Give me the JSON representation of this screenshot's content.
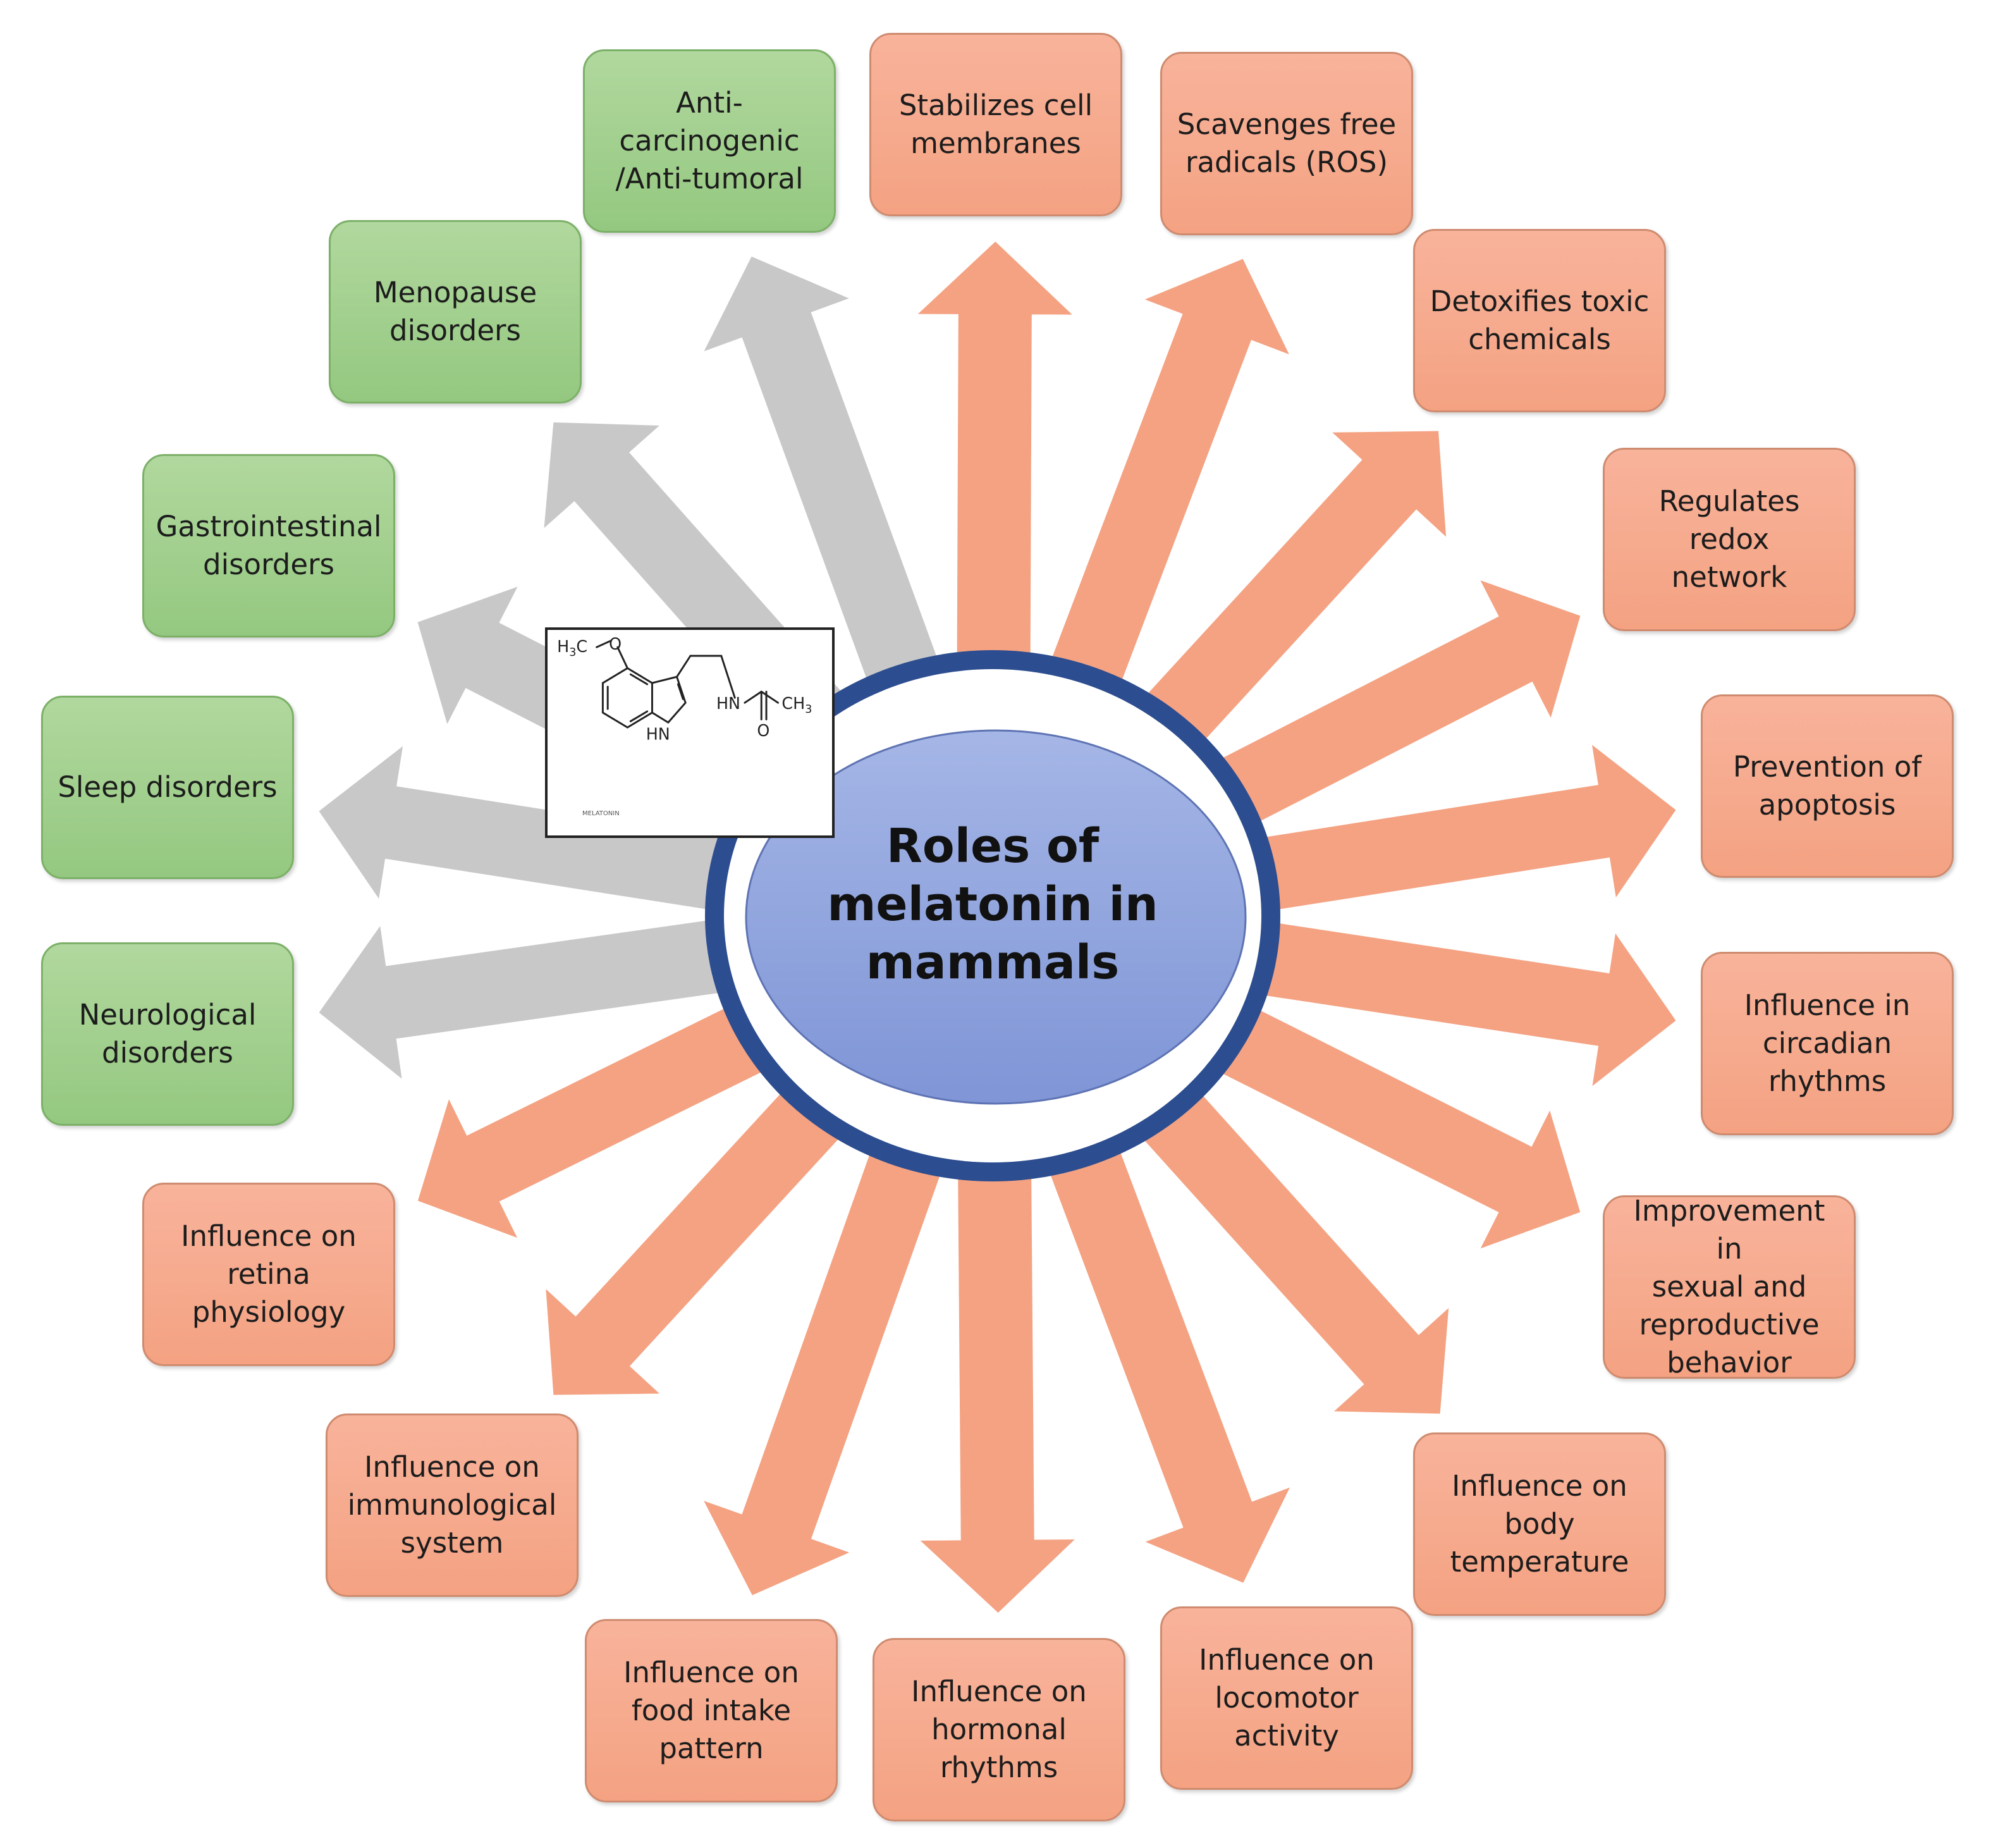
{
  "diagram": {
    "center_label": "Roles of\nmelatonin in\nmammals",
    "colors": {
      "benefit_box": "#f6a98c",
      "benefit_arrow": "#f4a282",
      "disease_box": "#a3d18f",
      "disease_arrow": "#c8c8c8",
      "center_ellipse": "#8ea3dd",
      "center_ring": "#2c4d8f"
    },
    "nodes": [
      {
        "id": "stabilizes-cell-membranes",
        "label": "Stabilizes cell\nmembranes",
        "type": "benefit"
      },
      {
        "id": "scavenges-free-radicals",
        "label": "Scavenges free\nradicals (ROS)",
        "type": "benefit"
      },
      {
        "id": "detoxifies-toxic-chemicals",
        "label": "Detoxifies toxic\nchemicals",
        "type": "benefit"
      },
      {
        "id": "regulates-redox-network",
        "label": "Regulates redox\nnetwork",
        "type": "benefit"
      },
      {
        "id": "prevention-of-apoptosis",
        "label": "Prevention of\napoptosis",
        "type": "benefit"
      },
      {
        "id": "influence-circadian-rhythms",
        "label": "Influence in\ncircadian\nrhythms",
        "type": "benefit"
      },
      {
        "id": "improvement-sexual-reproductive",
        "label": "Improvement in\nsexual and\nreproductive\nbehavior",
        "type": "benefit"
      },
      {
        "id": "influence-body-temperature",
        "label": "Influence on\nbody\ntemperature",
        "type": "benefit"
      },
      {
        "id": "influence-locomotor-activity",
        "label": "Influence on\nlocomotor\nactivity",
        "type": "benefit"
      },
      {
        "id": "influence-hormonal-rhythms",
        "label": "Influence on\nhormonal\nrhythms",
        "type": "benefit"
      },
      {
        "id": "influence-food-intake",
        "label": "Influence on\nfood intake\npattern",
        "type": "benefit"
      },
      {
        "id": "influence-immunological-system",
        "label": "Influence on\nimmunological\nsystem",
        "type": "benefit"
      },
      {
        "id": "influence-retina-physiology",
        "label": "Influence on\nretina\nphysiology",
        "type": "benefit"
      },
      {
        "id": "neurological-disorders",
        "label": "Neurological\ndisorders",
        "type": "disease"
      },
      {
        "id": "sleep-disorders",
        "label": "Sleep disorders",
        "type": "disease"
      },
      {
        "id": "gastrointestinal-disorders",
        "label": "Gastrointestinal\ndisorders",
        "type": "disease"
      },
      {
        "id": "menopause-disorders",
        "label": "Menopause\ndisorders",
        "type": "disease"
      },
      {
        "id": "anti-carcinogenic",
        "label": "Anti-\ncarcinogenic\n/Anti-tumoral",
        "type": "disease"
      }
    ],
    "molecule": {
      "atoms": [
        "H3C",
        "O",
        "HN",
        "HN",
        "CH3",
        "O"
      ],
      "caption": "MELATONIN"
    }
  }
}
